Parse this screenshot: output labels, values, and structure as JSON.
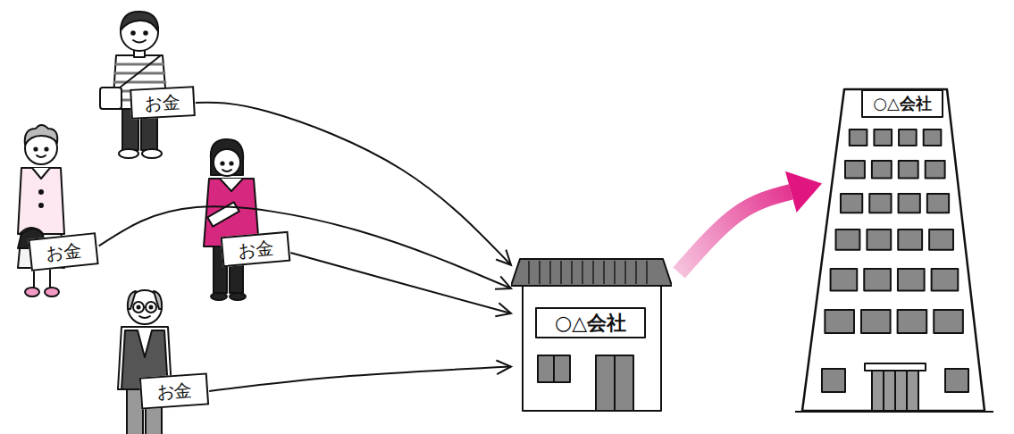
{
  "diagram": {
    "nodes": [
      {
        "text": [
          "お金"
        ]
      },
      {
        "text": [
          "お金"
        ]
      },
      {
        "text": [
          "お金"
        ]
      },
      {
        "text": [
          "お金"
        ]
      },
      {
        "text": [
          "○△会社"
        ]
      },
      {
        "text": [
          "○△会社"
        ]
      }
    ],
    "edges": [
      {
        "from": 0,
        "to": 4,
        "arrow": "to"
      },
      {
        "from": 1,
        "to": 4,
        "arrow": "to"
      },
      {
        "from": 2,
        "to": 4,
        "arrow": "to"
      },
      {
        "from": 3,
        "to": 4,
        "arrow": "to"
      },
      {
        "from": 4,
        "to": 5,
        "arrow": "to"
      }
    ]
  }
}
